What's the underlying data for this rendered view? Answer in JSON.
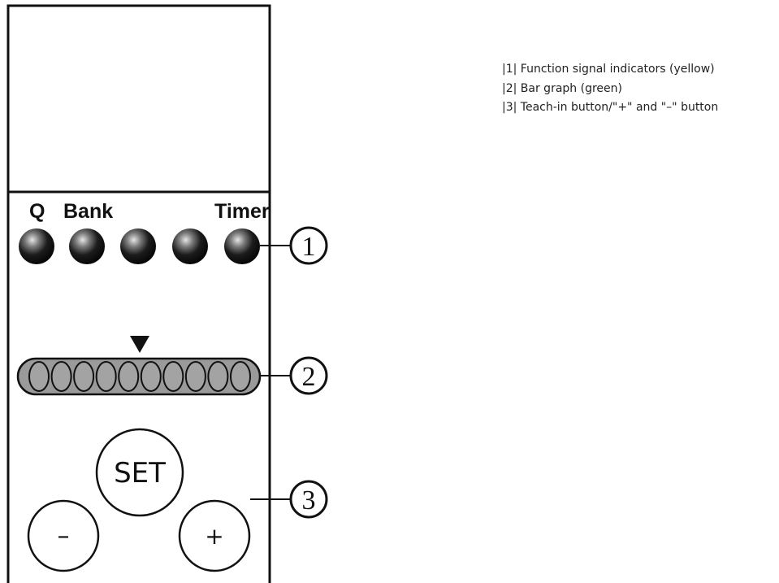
{
  "device": {
    "indicator_labels": {
      "q": "Q",
      "bank": "Bank",
      "timer": "Timer"
    },
    "bar_graph_segments": 10,
    "buttons": {
      "set": "SET",
      "minus": "–",
      "plus": "+"
    },
    "callouts": {
      "one": "1",
      "two": "2",
      "three": "3"
    }
  },
  "legend": {
    "items": [
      "|1| Function signal indicators (yellow)",
      "|2| Bar graph (green)",
      "|3| Teach-in button/\"+\" and \"–\" button"
    ]
  },
  "colors": {
    "outline": "#111111",
    "bar_fill": "#9a9a9a",
    "led_dark": "#111111",
    "led_highlight": "#d8d8d8"
  }
}
